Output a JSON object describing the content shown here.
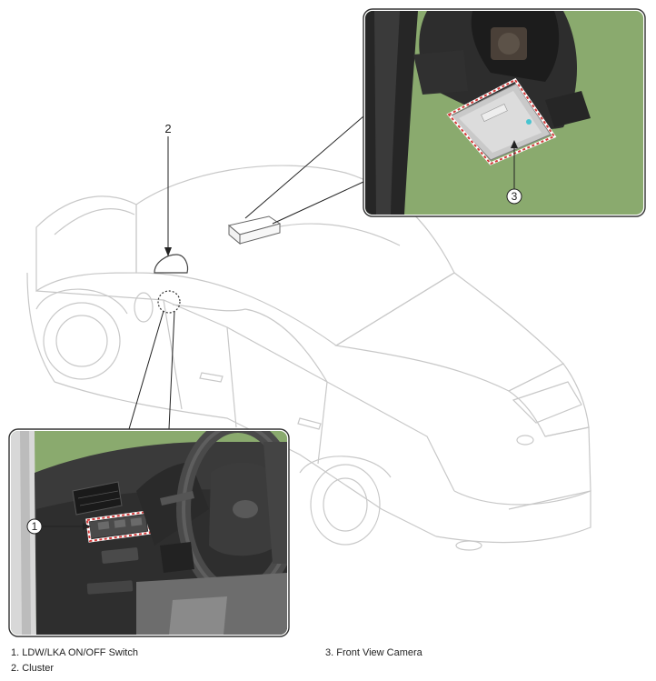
{
  "callouts": {
    "n1": "1",
    "n2": "2",
    "n3": "3"
  },
  "legend": {
    "item1": "1. LDW/LKA ON/OFF Switch",
    "item2": "2. Cluster",
    "item3": "3. Front View Camera"
  },
  "colors": {
    "inset_background": "#8aaa6e",
    "highlight_dash": "#d33a3a",
    "car_outline": "#c8c8c8",
    "leader_line": "#222222"
  }
}
